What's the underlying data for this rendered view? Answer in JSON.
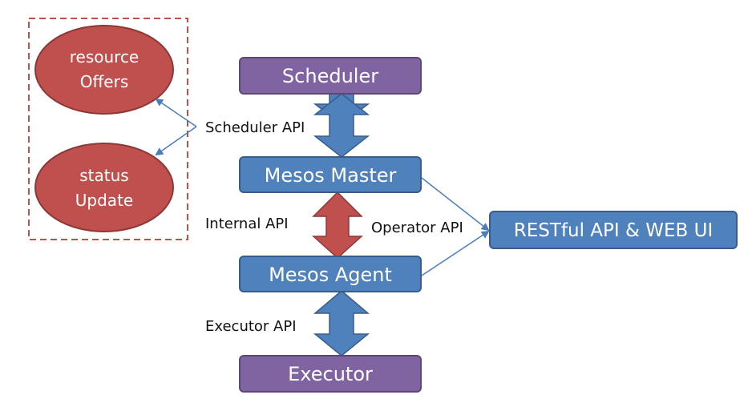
{
  "nodes": {
    "scheduler": "Scheduler",
    "master": "Mesos Master",
    "agent": "Mesos Agent",
    "executor": "Executor",
    "restful": "RESTful API & WEB UI",
    "resource_offers": {
      "line1": "resource",
      "line2": "Offers"
    },
    "status_update": {
      "line1": "status",
      "line2": "Update"
    }
  },
  "labels": {
    "scheduler_api": "Scheduler API",
    "internal_api": "Internal API",
    "operator_api": "Operator API",
    "executor_api": "Executor API"
  },
  "colors": {
    "purple_fill": "#8064a2",
    "purple_stroke": "#5c4776",
    "blue_fill": "#4f81bd",
    "blue_stroke": "#385d8a",
    "red_fill": "#c0504d",
    "red_stroke": "#8c3836",
    "connector": "#4a7ebb",
    "dashed_border": "#c0504d"
  }
}
